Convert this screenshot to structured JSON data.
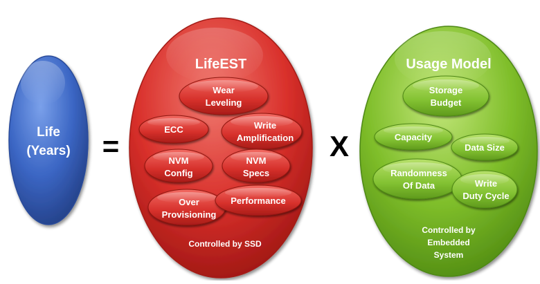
{
  "life": {
    "line1": "Life",
    "line2": "(Years)",
    "color": "#3b66c4"
  },
  "operators": {
    "equals": "=",
    "times": "X"
  },
  "lifeest": {
    "title": "LifeEST",
    "footer": "Controlled by SSD",
    "color": "#d9302b",
    "factors": {
      "wear_leveling": [
        "Wear",
        "Leveling"
      ],
      "ecc": [
        "ECC"
      ],
      "write_amplification": [
        "Write",
        "Amplification"
      ],
      "nvm_config": [
        "NVM",
        "Config"
      ],
      "nvm_specs": [
        "NVM",
        "Specs"
      ],
      "over_provisioning": [
        "Over",
        "Provisioning"
      ],
      "performance": [
        "Performance"
      ]
    }
  },
  "usage_model": {
    "title": "Usage Model",
    "footer": [
      "Controlled by",
      "Embedded",
      "System"
    ],
    "color": "#7fbe2a",
    "factors": {
      "storage_budget": [
        "Storage",
        "Budget"
      ],
      "capacity": [
        "Capacity"
      ],
      "data_size": [
        "Data Size"
      ],
      "randomness_of_data": [
        "Randomness",
        "Of Data"
      ],
      "write_duty_cycle": [
        "Write",
        "Duty Cycle"
      ]
    }
  }
}
